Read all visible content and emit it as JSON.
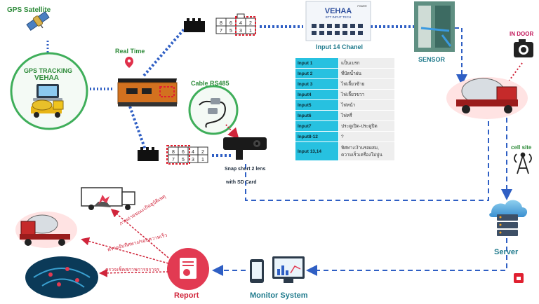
{
  "labels": {
    "gps_satellite": "GPS Satellite",
    "gps_tracking_line1": "GPS TRACKING",
    "gps_tracking_line2": "VEHAA",
    "real_time": "Real Time",
    "cable": "Cable RS485",
    "input_channel": "Input 14 Chanel",
    "sensor": "SENSOR",
    "in_door": "IN DOOR",
    "cell_site": "cell site",
    "server": "Server",
    "camera_line1": "Snap short 2 lens",
    "camera_line2": "with SD Card",
    "report": "Report",
    "monitor": "Monitor System"
  },
  "input_board": {
    "brand": "VEHAA",
    "subtitle": "BTT INPUT TECH",
    "power": "POWER"
  },
  "connector_top": {
    "top": [
      "8",
      "6",
      "4",
      "2"
    ],
    "bottom": [
      "7",
      "5",
      "3",
      "1"
    ]
  },
  "connector_bottom": {
    "top": [
      "8",
      "6",
      "4",
      "2"
    ],
    "bottom": [
      "7",
      "5",
      "3",
      "1"
    ]
  },
  "inputs": [
    {
      "key": "Input 1",
      "value": "แป็นเบรก"
    },
    {
      "key": "Input 2",
      "value": "ที่ปัดน้ำฝน"
    },
    {
      "key": "Input 3",
      "value": "ไฟเลี้ยวซ้าย"
    },
    {
      "key": "Input4",
      "value": "ไฟเลี้ยวขวา"
    },
    {
      "key": "Input5",
      "value": "ไฟหน้า"
    },
    {
      "key": "Input6",
      "value": "ไฟหรี่"
    },
    {
      "key": "Input7",
      "value": "ประตูเปิด-ประตูปิด"
    },
    {
      "key": "Input8-12",
      "value": "?"
    },
    {
      "key": "Input 13,14",
      "value": "ทิศทาง:ง้านรถผสม, ความเร็วเครื่องโม่ปูน"
    }
  ],
  "report_items": [
    "ภาพถ่ายขณะเกิดอุบัติเหตุ",
    "ตรวจจับทิศทาง/รอบความเร็ว",
    "ตรวจเช็คสภาพการจราจร"
  ],
  "colors": {
    "accent_green": "#2e8b3a",
    "accent_blue": "#2f5fc4",
    "report_red": "#e23a52",
    "table_key": "#27c1e0"
  }
}
